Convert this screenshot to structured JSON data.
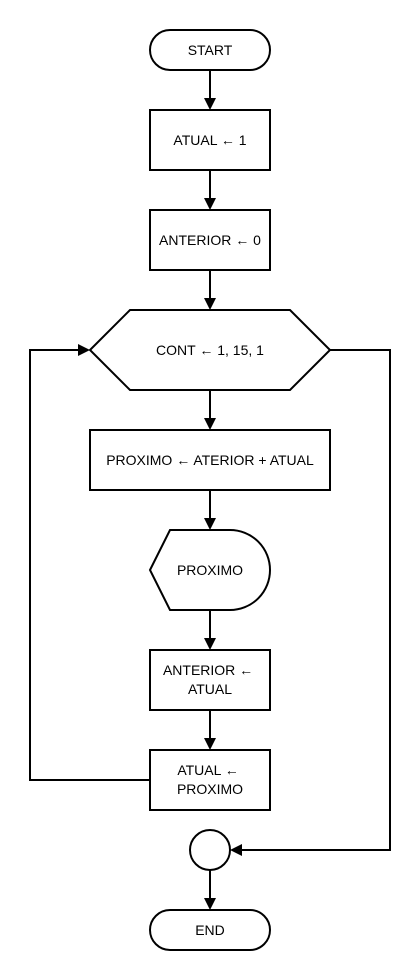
{
  "nodes": {
    "start": "START",
    "atual_init": "ATUAL ← 1",
    "anterior_init": "ANTERIOR ← 0",
    "loop": "CONT ← 1, 15, 1",
    "proximo_calc": "PROXIMO ← ATERIOR + ATUAL",
    "display": "PROXIMO",
    "anterior_update": [
      "ANTERIOR ←",
      "ATUAL"
    ],
    "atual_update": [
      "ATUAL ←",
      "PROXIMO"
    ],
    "end": "END"
  },
  "colors": {
    "stroke": "#000000",
    "fill": "#ffffff",
    "text": "#000000"
  }
}
